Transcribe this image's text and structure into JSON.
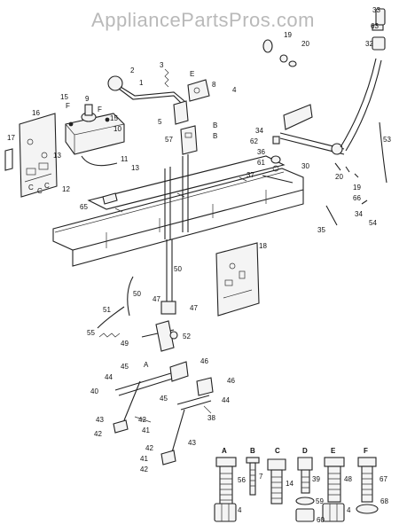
{
  "watermark": "AppliancePartsPros.com",
  "callouts": [
    {
      "id": "c33",
      "text": "33"
    },
    {
      "id": "c63",
      "text": "63"
    },
    {
      "id": "c32",
      "text": "32"
    },
    {
      "id": "c19a",
      "text": "19"
    },
    {
      "id": "c20a",
      "text": "20"
    },
    {
      "id": "c2",
      "text": "2"
    },
    {
      "id": "c1",
      "text": "1"
    },
    {
      "id": "c3",
      "text": "3"
    },
    {
      "id": "cEa",
      "text": "E"
    },
    {
      "id": "c8",
      "text": "8"
    },
    {
      "id": "c4",
      "text": "4"
    },
    {
      "id": "c15a",
      "text": "15"
    },
    {
      "id": "cFa",
      "text": "F"
    },
    {
      "id": "c9",
      "text": "9"
    },
    {
      "id": "cFb",
      "text": "F"
    },
    {
      "id": "c15b",
      "text": "15"
    },
    {
      "id": "c10",
      "text": "10"
    },
    {
      "id": "c16",
      "text": "16"
    },
    {
      "id": "c17",
      "text": "17"
    },
    {
      "id": "c13a",
      "text": "13"
    },
    {
      "id": "c11",
      "text": "11"
    },
    {
      "id": "c13b",
      "text": "13"
    },
    {
      "id": "c12",
      "text": "12"
    },
    {
      "id": "c5",
      "text": "5"
    },
    {
      "id": "cBa",
      "text": "B"
    },
    {
      "id": "c57",
      "text": "57"
    },
    {
      "id": "cBb",
      "text": "B"
    },
    {
      "id": "c34a",
      "text": "34"
    },
    {
      "id": "c62",
      "text": "62"
    },
    {
      "id": "c36",
      "text": "36"
    },
    {
      "id": "c61",
      "text": "61"
    },
    {
      "id": "c37",
      "text": "37"
    },
    {
      "id": "c30",
      "text": "30"
    },
    {
      "id": "c53",
      "text": "53"
    },
    {
      "id": "c20b",
      "text": "20"
    },
    {
      "id": "c19b",
      "text": "19"
    },
    {
      "id": "c66",
      "text": "66"
    },
    {
      "id": "c34b",
      "text": "34"
    },
    {
      "id": "c35",
      "text": "35"
    },
    {
      "id": "c54",
      "text": "54"
    },
    {
      "id": "c65",
      "text": "65"
    },
    {
      "id": "c18",
      "text": "18"
    },
    {
      "id": "c50a",
      "text": "50"
    },
    {
      "id": "c50b",
      "text": "50"
    },
    {
      "id": "c51",
      "text": "51"
    },
    {
      "id": "c47a",
      "text": "47"
    },
    {
      "id": "c47b",
      "text": "47"
    },
    {
      "id": "c55",
      "text": "55"
    },
    {
      "id": "c49",
      "text": "49"
    },
    {
      "id": "c52",
      "text": "52"
    },
    {
      "id": "cAa",
      "text": "A"
    },
    {
      "id": "c45a",
      "text": "45"
    },
    {
      "id": "c44a",
      "text": "44"
    },
    {
      "id": "c46a",
      "text": "46"
    },
    {
      "id": "c46b",
      "text": "46"
    },
    {
      "id": "c40",
      "text": "40"
    },
    {
      "id": "c45b",
      "text": "45"
    },
    {
      "id": "c44b",
      "text": "44"
    },
    {
      "id": "c38",
      "text": "38"
    },
    {
      "id": "c43a",
      "text": "43"
    },
    {
      "id": "c42a",
      "text": "42"
    },
    {
      "id": "c41a",
      "text": "41"
    },
    {
      "id": "c42b",
      "text": "42"
    },
    {
      "id": "c42c",
      "text": "42"
    },
    {
      "id": "c43b",
      "text": "43"
    },
    {
      "id": "c41b",
      "text": "41"
    },
    {
      "id": "c42d",
      "text": "42"
    }
  ],
  "hardware": [
    {
      "letter": "A",
      "part": "56",
      "washer": "4"
    },
    {
      "letter": "B",
      "part": "7"
    },
    {
      "letter": "C",
      "part": "14"
    },
    {
      "letter": "D",
      "part": "39",
      "washer": "59",
      "nut": "60"
    },
    {
      "letter": "E",
      "part": "48",
      "washer": "4"
    },
    {
      "letter": "F",
      "part": "67",
      "washer": "68"
    }
  ]
}
